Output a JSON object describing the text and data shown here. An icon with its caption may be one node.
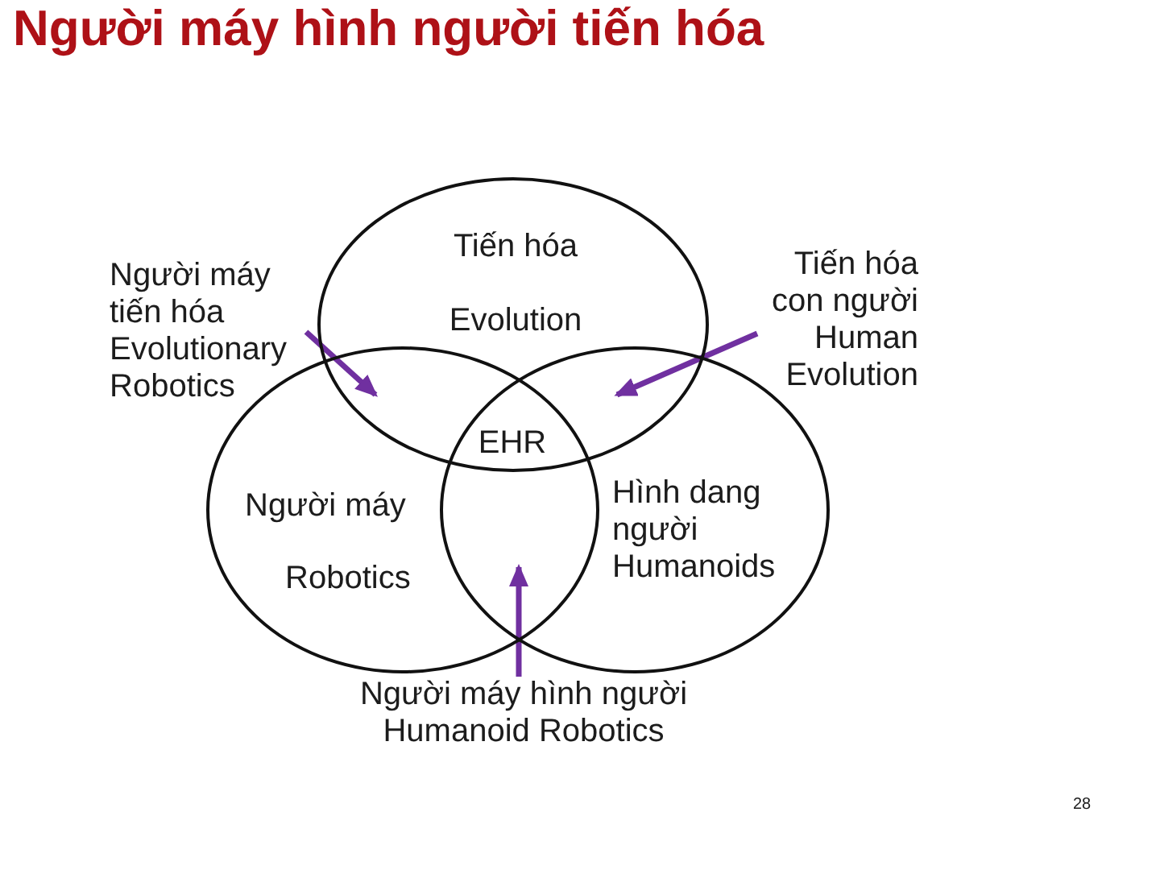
{
  "diagram": {
    "title": "Người máy hình người tiến hóa",
    "nodes": [
      {
        "text": [
          "Tiến hóa",
          "Evolution"
        ]
      },
      {
        "text": [
          "Người máy",
          "Robotics"
        ]
      },
      {
        "text": [
          "Hình dang người Humanoids"
        ]
      },
      {
        "text": [
          "Người máy tiến hóa Evolutionary Robotics"
        ]
      },
      {
        "text": [
          "Tiến hóa con người Human Evolution"
        ]
      },
      {
        "text": [
          "Người máy hình người Humanoid Robotics"
        ]
      }
    ],
    "edges": [
      {
        "from": 3,
        "to": 0,
        "arrow": "to"
      },
      {
        "from": 3,
        "to": 1,
        "arrow": "to"
      },
      {
        "from": 4,
        "to": 0,
        "arrow": "to"
      },
      {
        "from": 4,
        "to": 2,
        "arrow": "to"
      },
      {
        "from": 5,
        "to": 1,
        "arrow": "to"
      },
      {
        "from": 5,
        "to": 2,
        "arrow": "to"
      }
    ],
    "labels": [
      "EHR",
      "28"
    ]
  }
}
